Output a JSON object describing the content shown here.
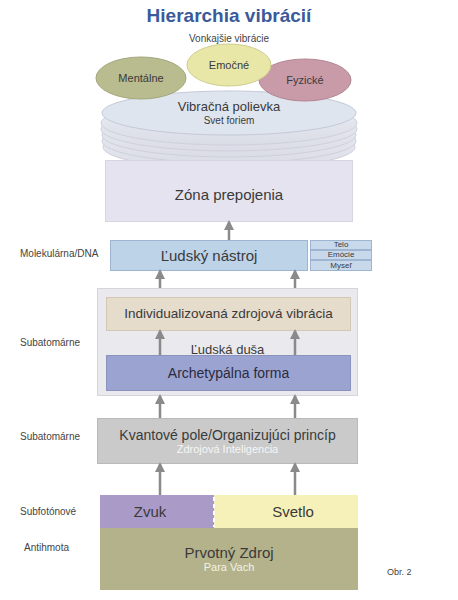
{
  "diagram": {
    "title": "Hierarchia vibrácií",
    "caption": "Obr. 2",
    "nodes": [
      {
        "text": [
          "Mentálne"
        ]
      },
      {
        "text": [
          "Emočné"
        ]
      },
      {
        "text": [
          "Fyzické"
        ]
      },
      {
        "text": [
          "Vibračná polievka",
          "Svet foriem"
        ]
      },
      {
        "text": [
          "Zóna prepojenia"
        ]
      },
      {
        "text": [
          "Ľudský nástroj"
        ]
      },
      {
        "text": [
          "Telo"
        ]
      },
      {
        "text": [
          "Emócie"
        ]
      },
      {
        "text": [
          "Myseľ"
        ]
      },
      {
        "text": [
          "Ľudská duša"
        ]
      },
      {
        "text": [
          "Individualizovaná zdrojová vibrácia"
        ],
        "in": 9
      },
      {
        "text": [
          "Archetypálna forma"
        ],
        "in": 9
      },
      {
        "text": [
          "Kvantové pole/Organizujúci princíp",
          "Zdrojová Inteligencia"
        ]
      },
      {
        "text": [
          "Zvuk"
        ]
      },
      {
        "text": [
          "Svetlo"
        ]
      },
      {
        "text": [
          "Prvotný Zdroj",
          "Para Vach"
        ]
      }
    ],
    "edges": [
      {
        "from": 5,
        "to": 4,
        "arrow": "to"
      },
      {
        "from": 9,
        "to": 5,
        "arrow": "to"
      },
      {
        "from": 9,
        "to": 5,
        "arrow": "to"
      },
      {
        "from": 11,
        "to": 10,
        "arrow": "to"
      },
      {
        "from": 11,
        "to": 10,
        "arrow": "to"
      },
      {
        "from": 12,
        "to": 9,
        "arrow": "to"
      },
      {
        "from": 12,
        "to": 9,
        "arrow": "to"
      },
      {
        "from": 13,
        "to": 12,
        "arrow": "to"
      },
      {
        "from": 14,
        "to": 12,
        "arrow": "to"
      }
    ],
    "labels": [
      "Vonkajšie vibrácie",
      "Molekulárna/DNA",
      "Subatomárne",
      "Subatomárne",
      "Subfotónové",
      "Antihmota"
    ]
  }
}
